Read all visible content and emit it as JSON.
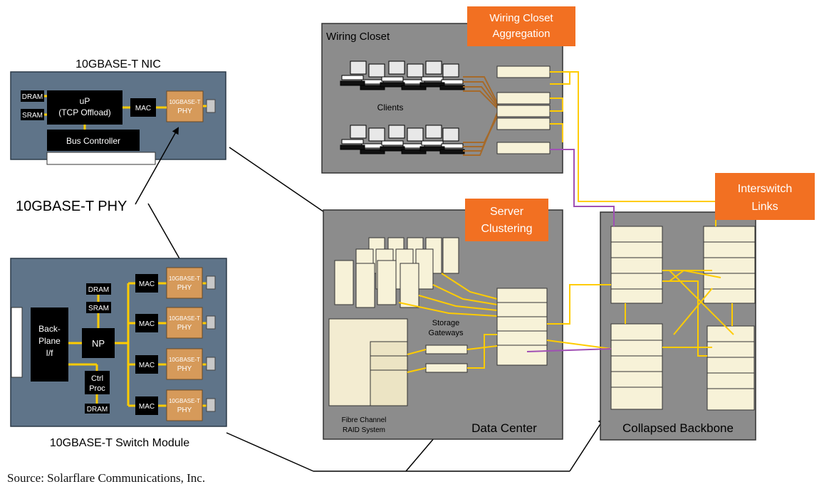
{
  "nic": {
    "title": "10GBASE-T NIC",
    "dram": "DRAM",
    "sram": "SRAM",
    "up": "uP",
    "tcp": "(TCP Offload)",
    "mac": "MAC",
    "phy1": "10GBASE-T",
    "phy2": "PHY",
    "bus": "Bus Controller"
  },
  "phy_label": "10GBASE-T PHY",
  "switch": {
    "title": "10GBASE-T Switch Module",
    "dram": "DRAM",
    "sram": "SRAM",
    "back1": "Back-",
    "back2": "Plane",
    "back3": "I/f",
    "np": "NP",
    "ctrl1": "Ctrl",
    "ctrl2": "Proc",
    "dram2": "DRAM",
    "mac": "MAC",
    "phy1": "10GBASE-T",
    "phy2": "PHY"
  },
  "wiring_closet": {
    "label": "Wiring Closet",
    "clients": "Clients"
  },
  "wca": {
    "line1": "Wiring Closet",
    "line2": "Aggregation"
  },
  "server_clustering": {
    "line1": "Server",
    "line2": "Clustering"
  },
  "interswitch": {
    "line1": "Interswitch",
    "line2": "Links"
  },
  "datacenter": {
    "label": "Data Center",
    "storage1": "Storage",
    "storage2": "Gateways",
    "raid1": "Fibre Channel",
    "raid2": "RAID System"
  },
  "backbone": {
    "label": "Collapsed Backbone"
  },
  "source": "Source: Solarflare Communications, Inc.",
  "colors": {
    "panel": "#5f7489",
    "grey": "#8c8c8c",
    "orange": "#f27022",
    "yellow": "#ffcc00",
    "purple": "#a050b4",
    "phy": "#d69a5a",
    "brown": "#a66a2a"
  }
}
